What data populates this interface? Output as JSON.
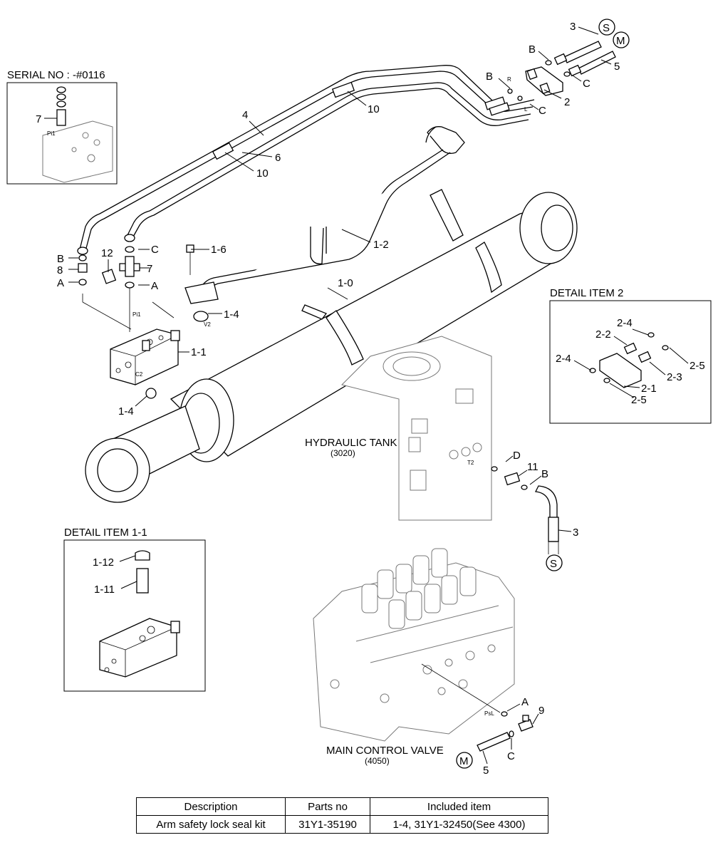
{
  "insets": {
    "serial": "SERIAL NO : -#0116",
    "detail2": "DETAIL ITEM 2",
    "detail11": "DETAIL ITEM 1-1"
  },
  "captions": {
    "tank_name": "HYDRAULIC TANK",
    "tank_ref": "(3020)",
    "mcv_name": "MAIN CONTROL VALVE",
    "mcv_ref": "(4050)"
  },
  "ports": {
    "pi1": "Pi1",
    "c2": "C2",
    "v2": "V2",
    "t2": "T2",
    "psl": "PsL",
    "r": "R",
    "l": "L"
  },
  "connectors": {
    "s": "S",
    "m": "M"
  },
  "callouts": {
    "p3": "3",
    "p5": "5",
    "p2": "2",
    "p10": "10",
    "p4": "4",
    "p6": "6",
    "p7": "7",
    "p12": "12",
    "p8": "8",
    "p9": "9",
    "p11": "11",
    "p1_0": "1-0",
    "p1_1": "1-1",
    "p1_2": "1-2",
    "p1_4": "1-4",
    "p1_6": "1-6",
    "p1_11": "1-11",
    "p1_12": "1-12",
    "p2_1": "2-1",
    "p2_2": "2-2",
    "p2_3": "2-3",
    "p2_4": "2-4",
    "p2_5": "2-5",
    "a": "A",
    "b": "B",
    "c": "C",
    "d": "D"
  },
  "parts_table": {
    "headers": [
      "Description",
      "Parts no",
      "Included item"
    ],
    "rows": [
      [
        "Arm safety lock seal kit",
        "31Y1-35190",
        "1-4, 31Y1-32450(See 4300)"
      ]
    ]
  }
}
